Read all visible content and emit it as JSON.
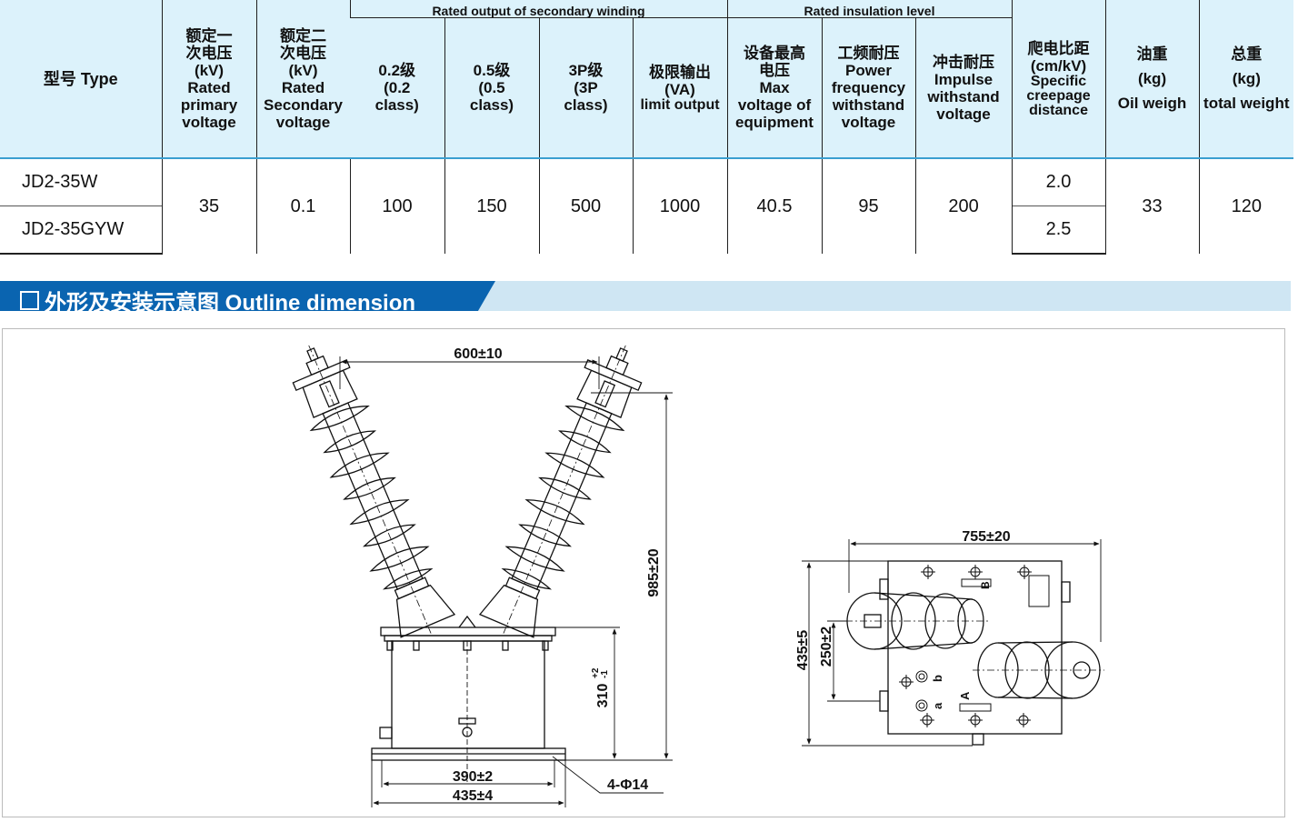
{
  "table": {
    "headers": {
      "type": "型号 Type",
      "primary": [
        "额定一",
        "次电压",
        "(kV)",
        "Rated",
        "primary",
        "voltage"
      ],
      "secondary": [
        "额定二",
        "次电压",
        "(kV)",
        "Rated",
        "Secondary",
        "voltage"
      ],
      "rated_output_group": "Rated output of secondary winding",
      "insulation_group": "Rated insulation level",
      "c02": [
        "0.2级",
        "(0.2",
        "class)"
      ],
      "c05": [
        "0.5级",
        "(0.5",
        "class)"
      ],
      "c3p": [
        "3P级",
        "(3P",
        "class)"
      ],
      "limit": [
        "极限输出",
        "(VA)",
        "limit output"
      ],
      "maxv": [
        "设备最高",
        "电压",
        "Max",
        "voltage of",
        "equipment"
      ],
      "power": [
        "工频耐压",
        "Power",
        "frequency",
        "withstand",
        "voltage"
      ],
      "impulse": [
        "冲击耐压",
        "Impulse",
        "withstand",
        "voltage"
      ],
      "creepage": [
        "爬电比距",
        "(cm/kV)",
        "Specific",
        "creepage",
        "distance"
      ],
      "oil": [
        "油重",
        "(kg)",
        "Oil weigh"
      ],
      "total": [
        "总重",
        "(kg)",
        "total weight"
      ]
    },
    "rows": {
      "model_1": "JD2-35W",
      "model_2": "JD2-35GYW",
      "primary": "35",
      "secondary": "0.1",
      "c02": "100",
      "c05": "150",
      "c3p": "500",
      "limit": "1000",
      "maxv": "40.5",
      "power": "95",
      "impulse": "200",
      "creepage_1": "2.0",
      "creepage_2": "2.5",
      "oil": "33",
      "total": "120"
    }
  },
  "banner": {
    "title": "外形及安装示意图 Outline dimension"
  },
  "drawing": {
    "dim_top_width": "600±10",
    "dim_height": "985±20",
    "dim_body": "310",
    "dim_body_tol_plus": "+2",
    "dim_body_tol_minus": "-1",
    "dim_base_inner": "390±2",
    "dim_base_outer": "435±4",
    "dim_holes": "4-Φ14",
    "dim_plan_width": "755±20",
    "dim_plan_depth": "435±5",
    "dim_plan_offset": "250±2",
    "terminal_a_upper": "A",
    "terminal_b_upper": "B",
    "terminal_a_lower": "a",
    "terminal_b_lower": "b"
  }
}
